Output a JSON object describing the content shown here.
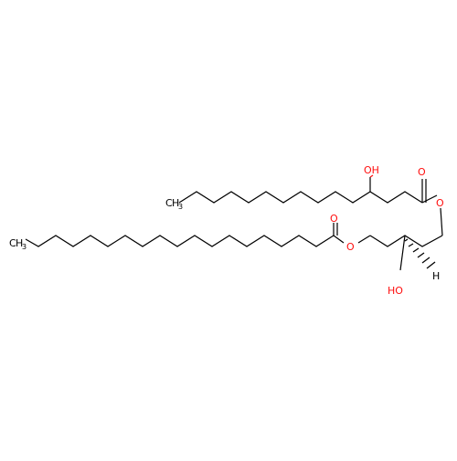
{
  "molecule": {
    "labels": {
      "oh_upper": "OH",
      "o_upper_carbonyl": "O",
      "o_upper_ester": "O",
      "ch3_upper_c": "H",
      "ch3_upper_sub": "3",
      "ch3_upper_tail": "C",
      "ch3_lower_c": "H",
      "ch3_lower_sub": "3",
      "ch3_lower_tail": "C",
      "o_lower_carbonyl": "O",
      "o_lower_ester": "O",
      "ho_lower": "HO",
      "h_stereo": "H"
    },
    "colors": {
      "bond": "#000000",
      "oxygen": "#ff0d0d"
    }
  }
}
